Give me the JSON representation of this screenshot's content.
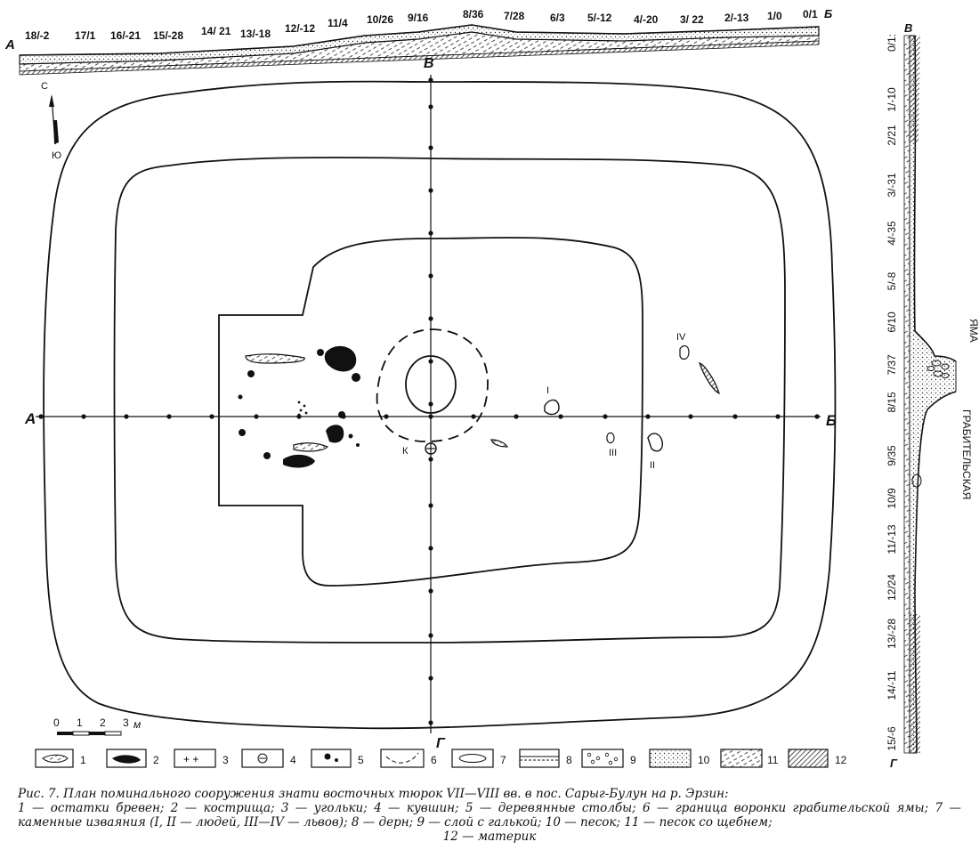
{
  "labels": {
    "A": "А",
    "B": "Б",
    "V": "В",
    "G": "Г"
  },
  "north_arrow": {
    "north": "С",
    "south": "Ю"
  },
  "scale_bar": {
    "ticks": [
      "0",
      "1",
      "2",
      "3"
    ],
    "unit": "м"
  },
  "top_profile_labels": [
    "18/-2",
    "17/1",
    "16/-21",
    "15/-28",
    "14/ 21",
    "13/-18",
    "12/-12",
    "11/4",
    "10/26",
    "9/16",
    "8/36",
    "7/28",
    "6/3",
    "5/-12",
    "4/-20",
    "3/ 22",
    "2/-13",
    "1/0",
    "0/1"
  ],
  "right_profile_labels": [
    "0/1:",
    "1/-10",
    "2/21",
    "3/-31",
    "4/-35",
    "5/-8",
    "6/10",
    "7/37",
    "8/15",
    "9/35",
    "10/9",
    "11/-13",
    "12/24",
    "13/-28",
    "14/-11",
    "15/-6"
  ],
  "right_profile_texts": {
    "pit_word_1": "ЯМА",
    "pit_word_2": "ГРАБИТЕЛЬСКАЯ"
  },
  "plan_marks": {
    "statue_1": "I",
    "statue_2": "II",
    "statue_3": "III",
    "statue_4": "IV",
    "jug": "К"
  },
  "legend_numbers": [
    "1",
    "2",
    "3",
    "4",
    "5",
    "6",
    "7",
    "8",
    "9",
    "10",
    "11",
    "12"
  ],
  "caption": {
    "title": "Рис. 7. План поминального сооружения знати восточных тюрок VII—VIII вв. в пос. Сарыг-Булун на р. Эрзин:",
    "items": "1 — остатки бревен; 2 — кострища; 3 — угольки; 4 — кувшин; 5 — деревянные столбы; 6 — граница воронки грабительской ямы; 7 — каменные изваяния (I, II — людей, III—IV — львов); 8 — дерн; 9 — слой с галькой; 10 — песок; 11 — песок со щебнем;",
    "last": "12 — материк"
  }
}
